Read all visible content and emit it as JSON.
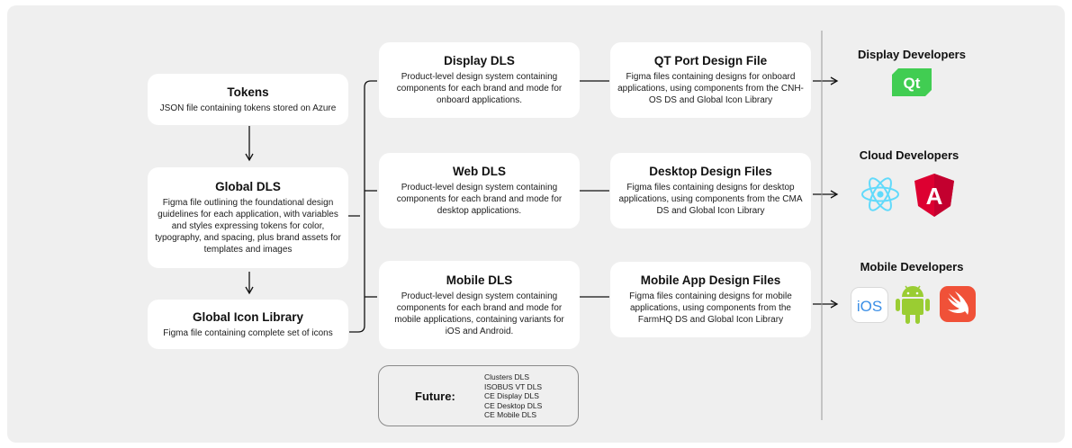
{
  "boxes": {
    "tokens": {
      "title": "Tokens",
      "desc": "JSON file containing tokens stored on Azure"
    },
    "global_dls": {
      "title": "Global DLS",
      "desc": "Figma file outlining the foundational design guidelines for each application, with variables and styles expressing tokens for color, typography, and spacing, plus brand assets for templates and images"
    },
    "global_icon": {
      "title": "Global Icon Library",
      "desc": "Figma file containing complete set of icons"
    },
    "display_dls": {
      "title": "Display DLS",
      "desc": "Product-level design system containing components for each brand and mode for onboard applications."
    },
    "web_dls": {
      "title": "Web DLS",
      "desc": "Product-level design system containing components for each brand and mode for desktop applications."
    },
    "mobile_dls": {
      "title": "Mobile DLS",
      "desc": "Product-level design system containing components for each brand and mode for mobile applications, containing variants for iOS and Android."
    },
    "qt_port": {
      "title": "QT Port Design File",
      "desc": "Figma files containing designs for onboard applications, using components from the CNH-OS DS and Global Icon Library"
    },
    "desktop_files": {
      "title": "Desktop Design Files",
      "desc": "Figma files containing designs for desktop applications, using components from the CMA DS and Global Icon Library"
    },
    "mobile_files": {
      "title": "Mobile App Design Files",
      "desc": "Figma files containing designs for mobile applications, using components from the FarmHQ DS and Global Icon Library"
    }
  },
  "future": {
    "label": "Future:",
    "items": [
      "Clusters DLS",
      "ISOBUS VT DLS",
      "CE Display DLS",
      "CE Desktop DLS",
      "CE Mobile DLS"
    ]
  },
  "developers": {
    "display": "Display Developers",
    "cloud": "Cloud Developers",
    "mobile": "Mobile Developers"
  },
  "logos": {
    "qt": "Qt",
    "angular": "A",
    "ios": "iOS"
  },
  "colors": {
    "qt_green": "#41cd52",
    "react_blue": "#61dafb",
    "angular_red": "#dd0031",
    "android_green": "#9acd32",
    "swift_orange": "#f05138",
    "ios_blue": "#3a8ee6"
  }
}
